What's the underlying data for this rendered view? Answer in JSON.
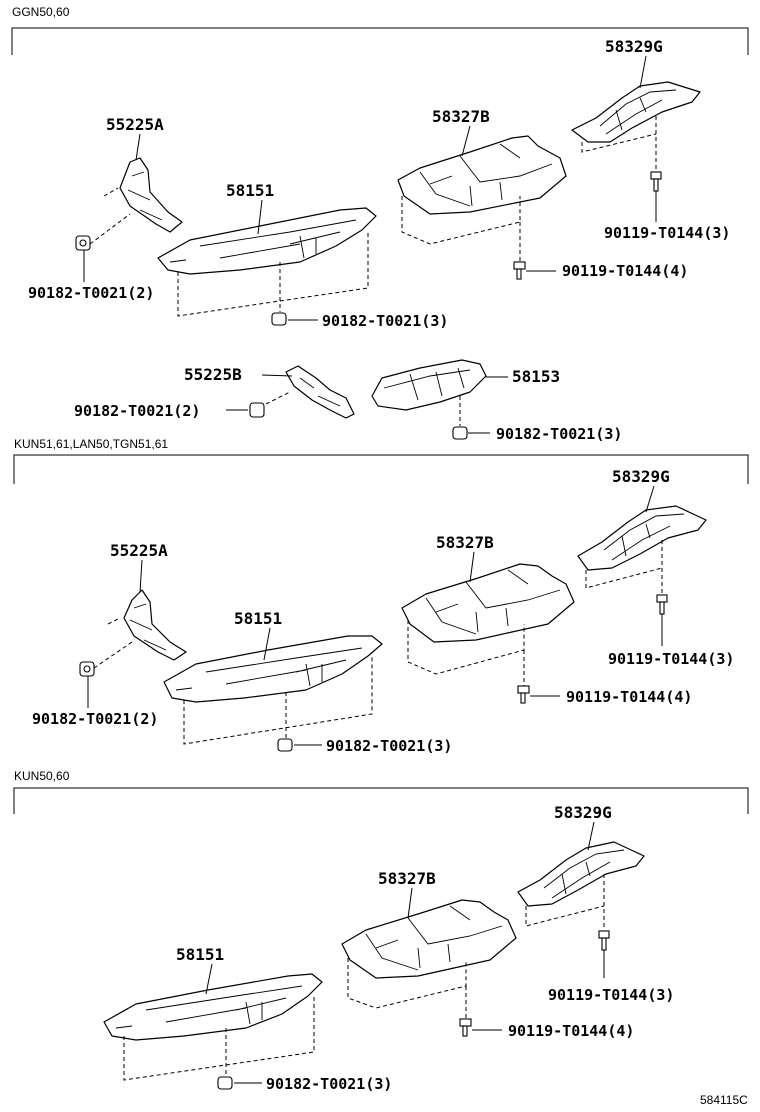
{
  "sections": [
    {
      "model": "GGN50,60"
    },
    {
      "model": "KUN51,61,LAN50,TGN51,61"
    },
    {
      "model": "KUN50,60"
    }
  ],
  "parts": {
    "p58329G": "58329G",
    "p58327B": "58327B",
    "p55225A": "55225A",
    "p55225B": "55225B",
    "p58151": "58151",
    "p58153": "58153"
  },
  "fasteners": {
    "bolt3": "90119-T0144(3)",
    "bolt4": "90119-T0144(4)",
    "clip3": "90182-T0021(3)",
    "clip2": "90182-T0021(2)"
  },
  "diagram_code": "584115C"
}
